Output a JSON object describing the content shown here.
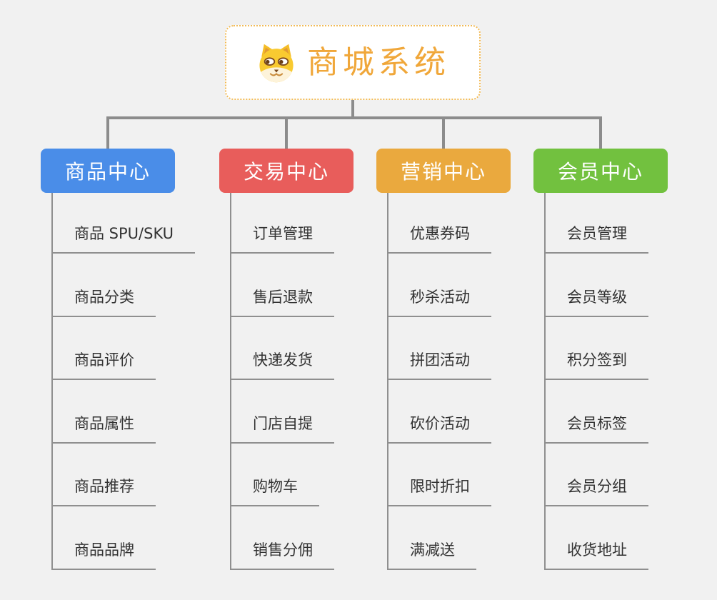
{
  "page": {
    "background_color": "#f1f1f1",
    "connector_color": "#8c8c8c"
  },
  "root": {
    "title": "商城系统",
    "icon": "dog-face-icon",
    "text_color": "#f0a73a",
    "border_color": "#f2bb57"
  },
  "branches": [
    {
      "label": "商品中心",
      "color": "#4a8de8",
      "children": [
        "商品 SPU/SKU",
        "商品分类",
        "商品评价",
        "商品属性",
        "商品推荐",
        "商品品牌"
      ]
    },
    {
      "label": "交易中心",
      "color": "#e85d5b",
      "children": [
        "订单管理",
        "售后退款",
        "快递发货",
        "门店自提",
        "购物车",
        "销售分佣"
      ]
    },
    {
      "label": "营销中心",
      "color": "#eaa93e",
      "children": [
        "优惠券码",
        "秒杀活动",
        "拼团活动",
        "砍价活动",
        "限时折扣",
        "满减送"
      ]
    },
    {
      "label": "会员中心",
      "color": "#72c13f",
      "children": [
        "会员管理",
        "会员等级",
        "积分签到",
        "会员标签",
        "会员分组",
        "收货地址"
      ]
    }
  ]
}
